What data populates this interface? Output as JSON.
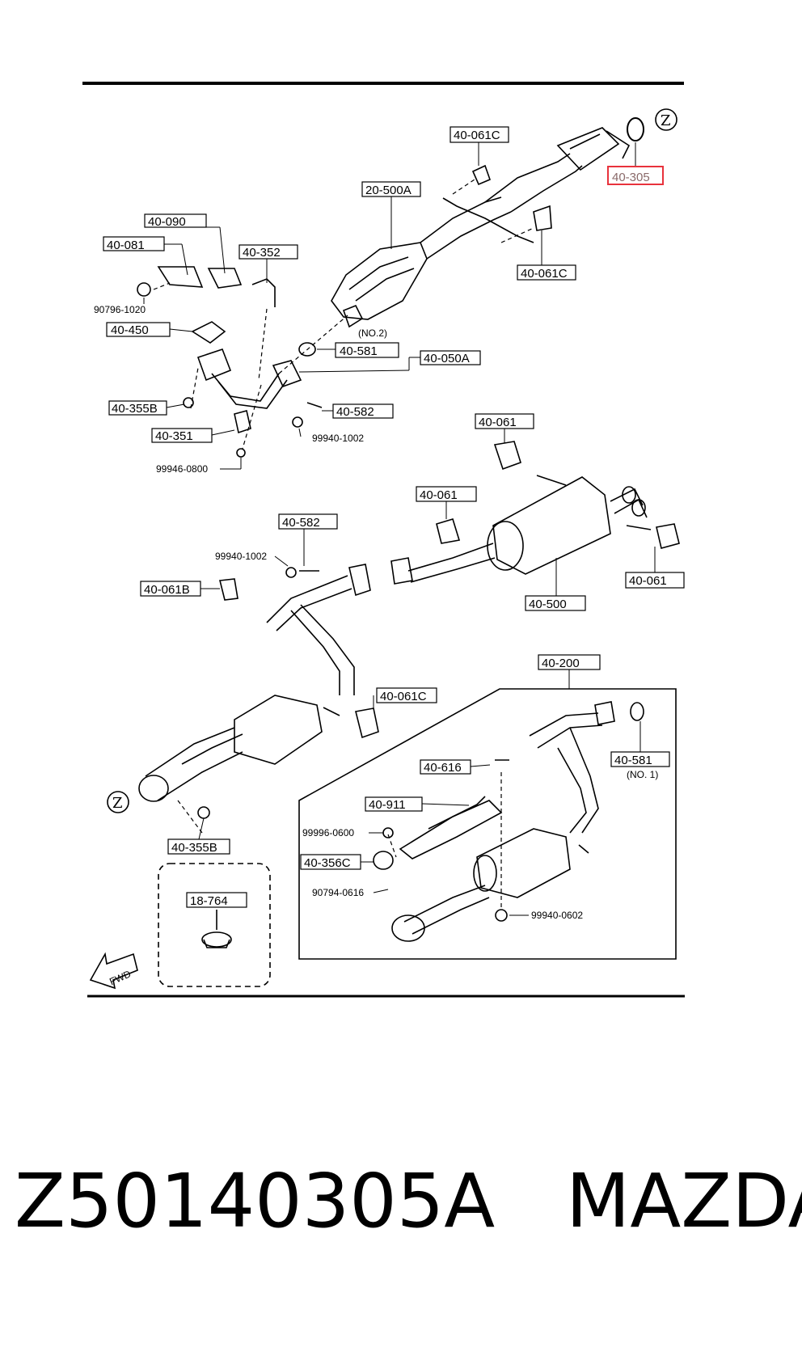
{
  "diagram": {
    "callouts": {
      "c1": "40-061C",
      "c2": "40-305",
      "c3": "20-500A",
      "c4": "40-090",
      "c5": "40-081",
      "c6": "40-352",
      "c7": "40-061C",
      "c8": "90796-1020",
      "c9": "40-450",
      "c10": "(NO.2)",
      "c11": "40-581",
      "c12": "40-050A",
      "c13": "40-355B",
      "c14": "40-582",
      "c15": "40-351",
      "c16": "99940-1002",
      "c17": "99946-0800",
      "c18": "40-061",
      "c19": "40-061",
      "c20": "40-582",
      "c21": "99940-1002",
      "c22": "40-061B",
      "c23": "40-061",
      "c24": "40-500",
      "c25": "40-200",
      "c26": "40-061C",
      "c27": "40-616",
      "c28": "40-581",
      "c29": "(NO. 1)",
      "c30": "40-911",
      "c31": "99996-0600",
      "c32": "40-356C",
      "c33": "90794-0616",
      "c34": "99940-0602",
      "c35": "40-355B",
      "c36": "18-764",
      "z_marker": "Z",
      "fwd_arrow": "FWD"
    },
    "highlight_color": "#e8323c"
  },
  "caption": {
    "part_number": "Z50140305A",
    "brand": "MAZDA"
  }
}
